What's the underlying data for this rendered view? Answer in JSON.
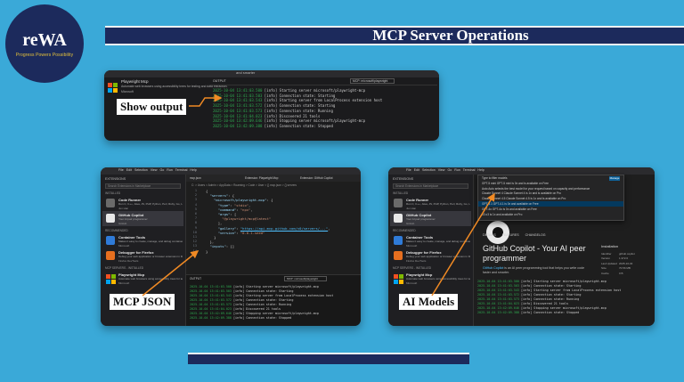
{
  "logo": {
    "brand": "reWA",
    "tagline": "Progress Powers Possibility"
  },
  "title": "MCP Server Operations",
  "callouts": {
    "show_output": "Show output",
    "mcp_json": "MCP JSON",
    "ai_models": "AI Models"
  },
  "output_shot": {
    "topbar_text": "and smarter",
    "extension": {
      "name": "Playwright Mcp",
      "description": "Automate web browsers using accessibility trees for testing and data extraction.",
      "publisher": "Microsoft"
    },
    "panel_tab": "OUTPUT",
    "channel": "MCP: microsoft/playwright",
    "log": [
      {
        "ts": "2025-10-04 13:41:03.500",
        "msg": "[info] Starting server microsoft/playwright-mcp"
      },
      {
        "ts": "2025-10-04 13:41:03.503",
        "msg": "[info] Connection state: Starting"
      },
      {
        "ts": "2025-10-04 13:41:03.543",
        "msg": "[info] Starting server from LocalProcess extension host"
      },
      {
        "ts": "2025-10-04 13:41:03.572",
        "msg": "[info] Connection state: Starting"
      },
      {
        "ts": "2025-10-04 13:41:03.573",
        "msg": "[info] Connection state: Running"
      },
      {
        "ts": "2025-10-04 13:41:04.023",
        "msg": "[info] Discovered 21 tools"
      },
      {
        "ts": "2025-10-04 13:42:09.646",
        "msg": "[info] Stopping server microsoft/playwright-mcp"
      },
      {
        "ts": "2025-10-04 13:42:09.388",
        "msg": "[info] Connection state: Stopped"
      }
    ]
  },
  "vscode": {
    "menu": "File  Edit  Selection  View  Go  Run  Terminal  Help",
    "sidebar_title": "EXTENSIONS",
    "search_placeholder": "Search Extensions in Marketplace",
    "installed_label": "INSTALLED",
    "recommended_label": "RECOMMENDED",
    "mcp_label": "MCP SERVERS - INSTALLED",
    "items": [
      {
        "name": "Code Runner",
        "desc": "Run C, C++, Java, JS, PHP, Python, Perl, Ruby, Go, Lua...",
        "pub": "Jun Han",
        "color": "#6a6a6a"
      },
      {
        "name": "GitHub Copilot",
        "desc": "Your AI pair programmer",
        "pub": "GitHub",
        "color": "#e8e8e8"
      },
      {
        "name": "Container Tools",
        "desc": "Makes it easy to create, manage, and debug containerized...",
        "pub": "Microsoft",
        "color": "#2f7bd8"
      },
      {
        "name": "Debugger for Firefox",
        "desc": "Debug your web application or browser extension in Firefox",
        "pub": "Firefox DevTools",
        "color": "#e66f1f"
      },
      {
        "name": "Playwright Mcp",
        "desc": "Automate web browsers using accessibility trees for testing",
        "pub": "Microsoft",
        "color": "ms"
      }
    ],
    "editor_tabs": [
      "mcp.json",
      "Extension: Playwright Mcp",
      "Extension: GitHub Copilot"
    ],
    "breadcrumb": "C: > Users > Admin > AppData > Roaming > Code > User > {} mcp.json > {} servers",
    "code": [
      "{",
      "  \"servers\": {",
      "    \"microsoft/playwright-mcp\": {",
      "      \"type\": \"stdio\",",
      "      \"command\": \"npx\",",
      "      \"args\": [",
      "        \"@playwright/mcp@latest\"",
      "      ],",
      "      \"gallery\": \"https://api.mcp.github.com/v0/servers/...\",",
      "      \"version\": \"0.0.1-seed\"",
      "    }",
      "  },",
      "  \"inputs\": []",
      "}"
    ],
    "terminal_tab": "OUTPUT",
    "terminal_channel": "MCP: microsoft/playwright"
  },
  "models": {
    "placeholder": "Type to filter models",
    "button": "Manage",
    "rows": [
      "GPT-5 mini  GPT-5 mini is 0x and is available on Free",
      "Auto  Auto selects the best model for your request based on capacity and performance",
      "Claude Sonnet 4  Claude Sonnet 4 is 1x and is available on Pro",
      "Claude Sonnet 4.5  Claude Sonnet 4.5 is 1x and is available on Pro",
      "GPT-4.1  GPT-4.1 is 0x and available on Free",
      "GPT-4o  GPT-4o is 0x and available on Free",
      "o3  o3 is 1x and available on Pro"
    ],
    "detail_tabs": "DETAILS  FEATURES  CHANGELOG",
    "gh_title": "GitHub Copilot - Your AI peer programmer",
    "gh_desc_link": "GitHub Copilot",
    "gh_desc": "is an AI peer programming tool that helps you write code faster and smarter.",
    "install_head": "Installation",
    "install": [
      {
        "k": "Identifier",
        "v": "github.copilot"
      },
      {
        "k": "Version",
        "v": "1.372.0"
      },
      {
        "k": "Last Updated",
        "v": "2025-10-04"
      },
      {
        "k": "Size",
        "v": "70.56 MB"
      },
      {
        "k": "Cache",
        "v": "0 B"
      }
    ]
  }
}
